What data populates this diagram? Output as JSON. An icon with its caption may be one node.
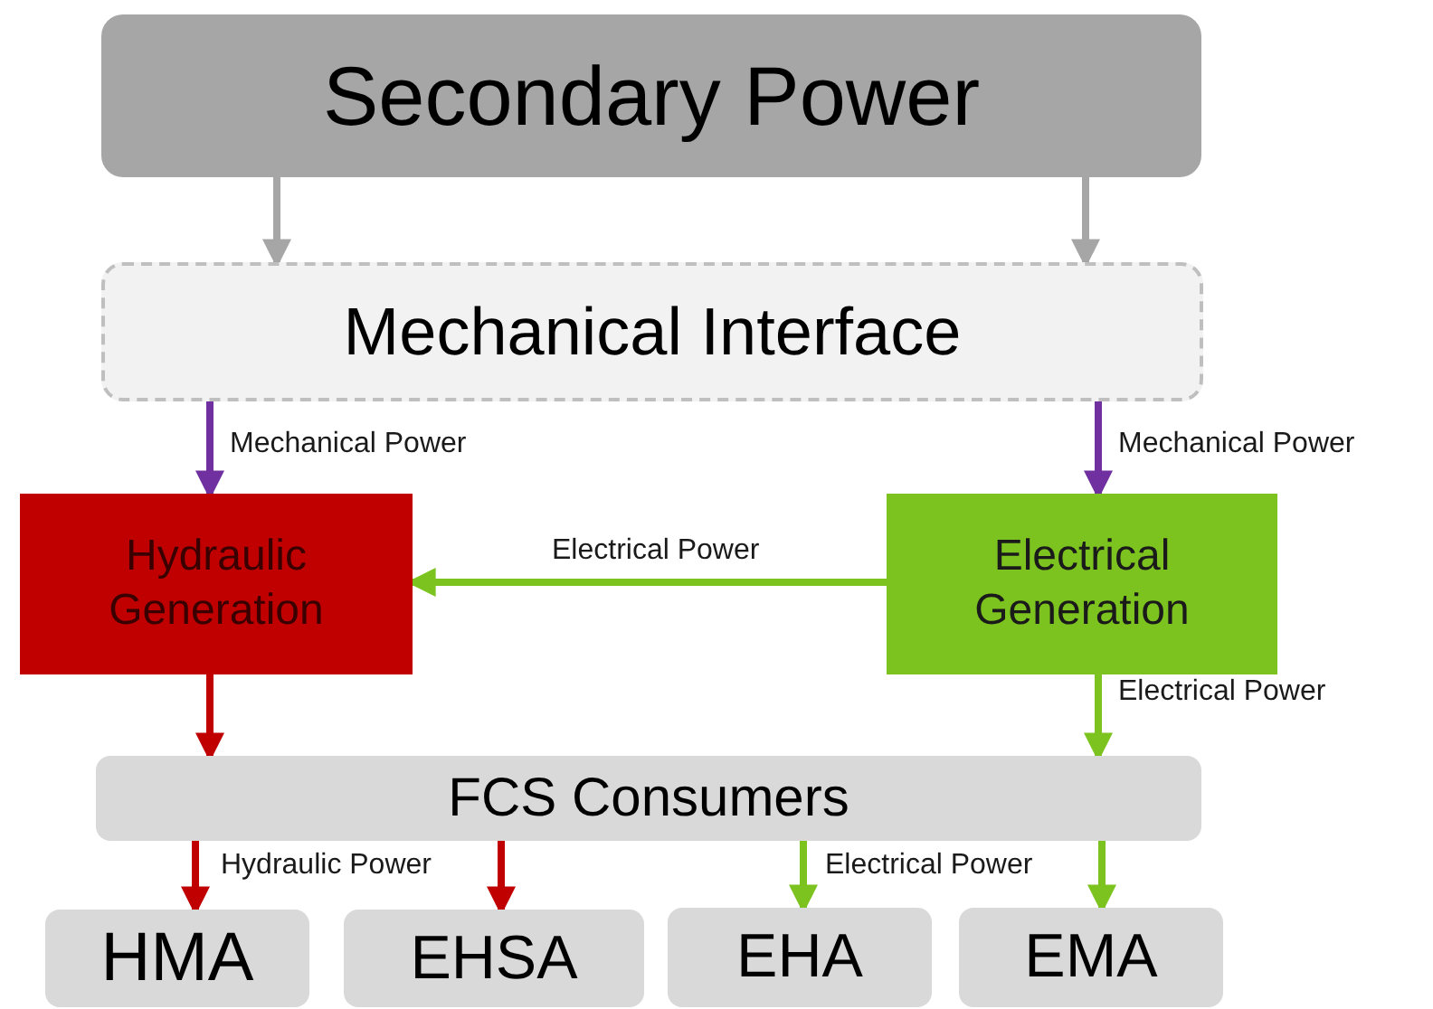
{
  "diagram": {
    "nodes": [
      {
        "text": [
          "Secondary Power"
        ]
      },
      {
        "text": [
          "Mechanical Interface"
        ]
      },
      {
        "text": [
          "Hydraulic Generation"
        ]
      },
      {
        "text": [
          "Electrical Generation"
        ]
      },
      {
        "text": [
          "FCS Consumers"
        ]
      },
      {
        "text": [
          "HMA"
        ]
      },
      {
        "text": [
          "EHSA"
        ]
      },
      {
        "text": [
          "EHA"
        ]
      },
      {
        "text": [
          "EMA"
        ]
      }
    ],
    "edges": [
      {
        "from": 0,
        "to": 1,
        "arrow": "to",
        "color": "#a6a6a6"
      },
      {
        "from": 0,
        "to": 1,
        "arrow": "to",
        "color": "#a6a6a6"
      },
      {
        "from": 1,
        "to": 2,
        "arrow": "to",
        "label": "Mechanical Power",
        "color": "#7030a0"
      },
      {
        "from": 1,
        "to": 3,
        "arrow": "to",
        "label": "Mechanical Power",
        "color": "#7030a0"
      },
      {
        "from": 3,
        "to": 2,
        "arrow": "to",
        "label": "Electrical Power"
      },
      {
        "from": 2,
        "to": 4,
        "arrow": "to",
        "color": "#c00000"
      },
      {
        "from": 3,
        "to": 4,
        "arrow": "to",
        "label": "Electrical Power"
      },
      {
        "from": 4,
        "to": 5,
        "arrow": "to",
        "label": "Hydraulic Power",
        "color": "#c00000"
      },
      {
        "from": 4,
        "to": 6,
        "arrow": "to",
        "color": "#c00000"
      },
      {
        "from": 4,
        "to": 7,
        "arrow": "to",
        "label": "Electrical Power"
      },
      {
        "from": 4,
        "to": 8,
        "arrow": "to"
      }
    ]
  }
}
